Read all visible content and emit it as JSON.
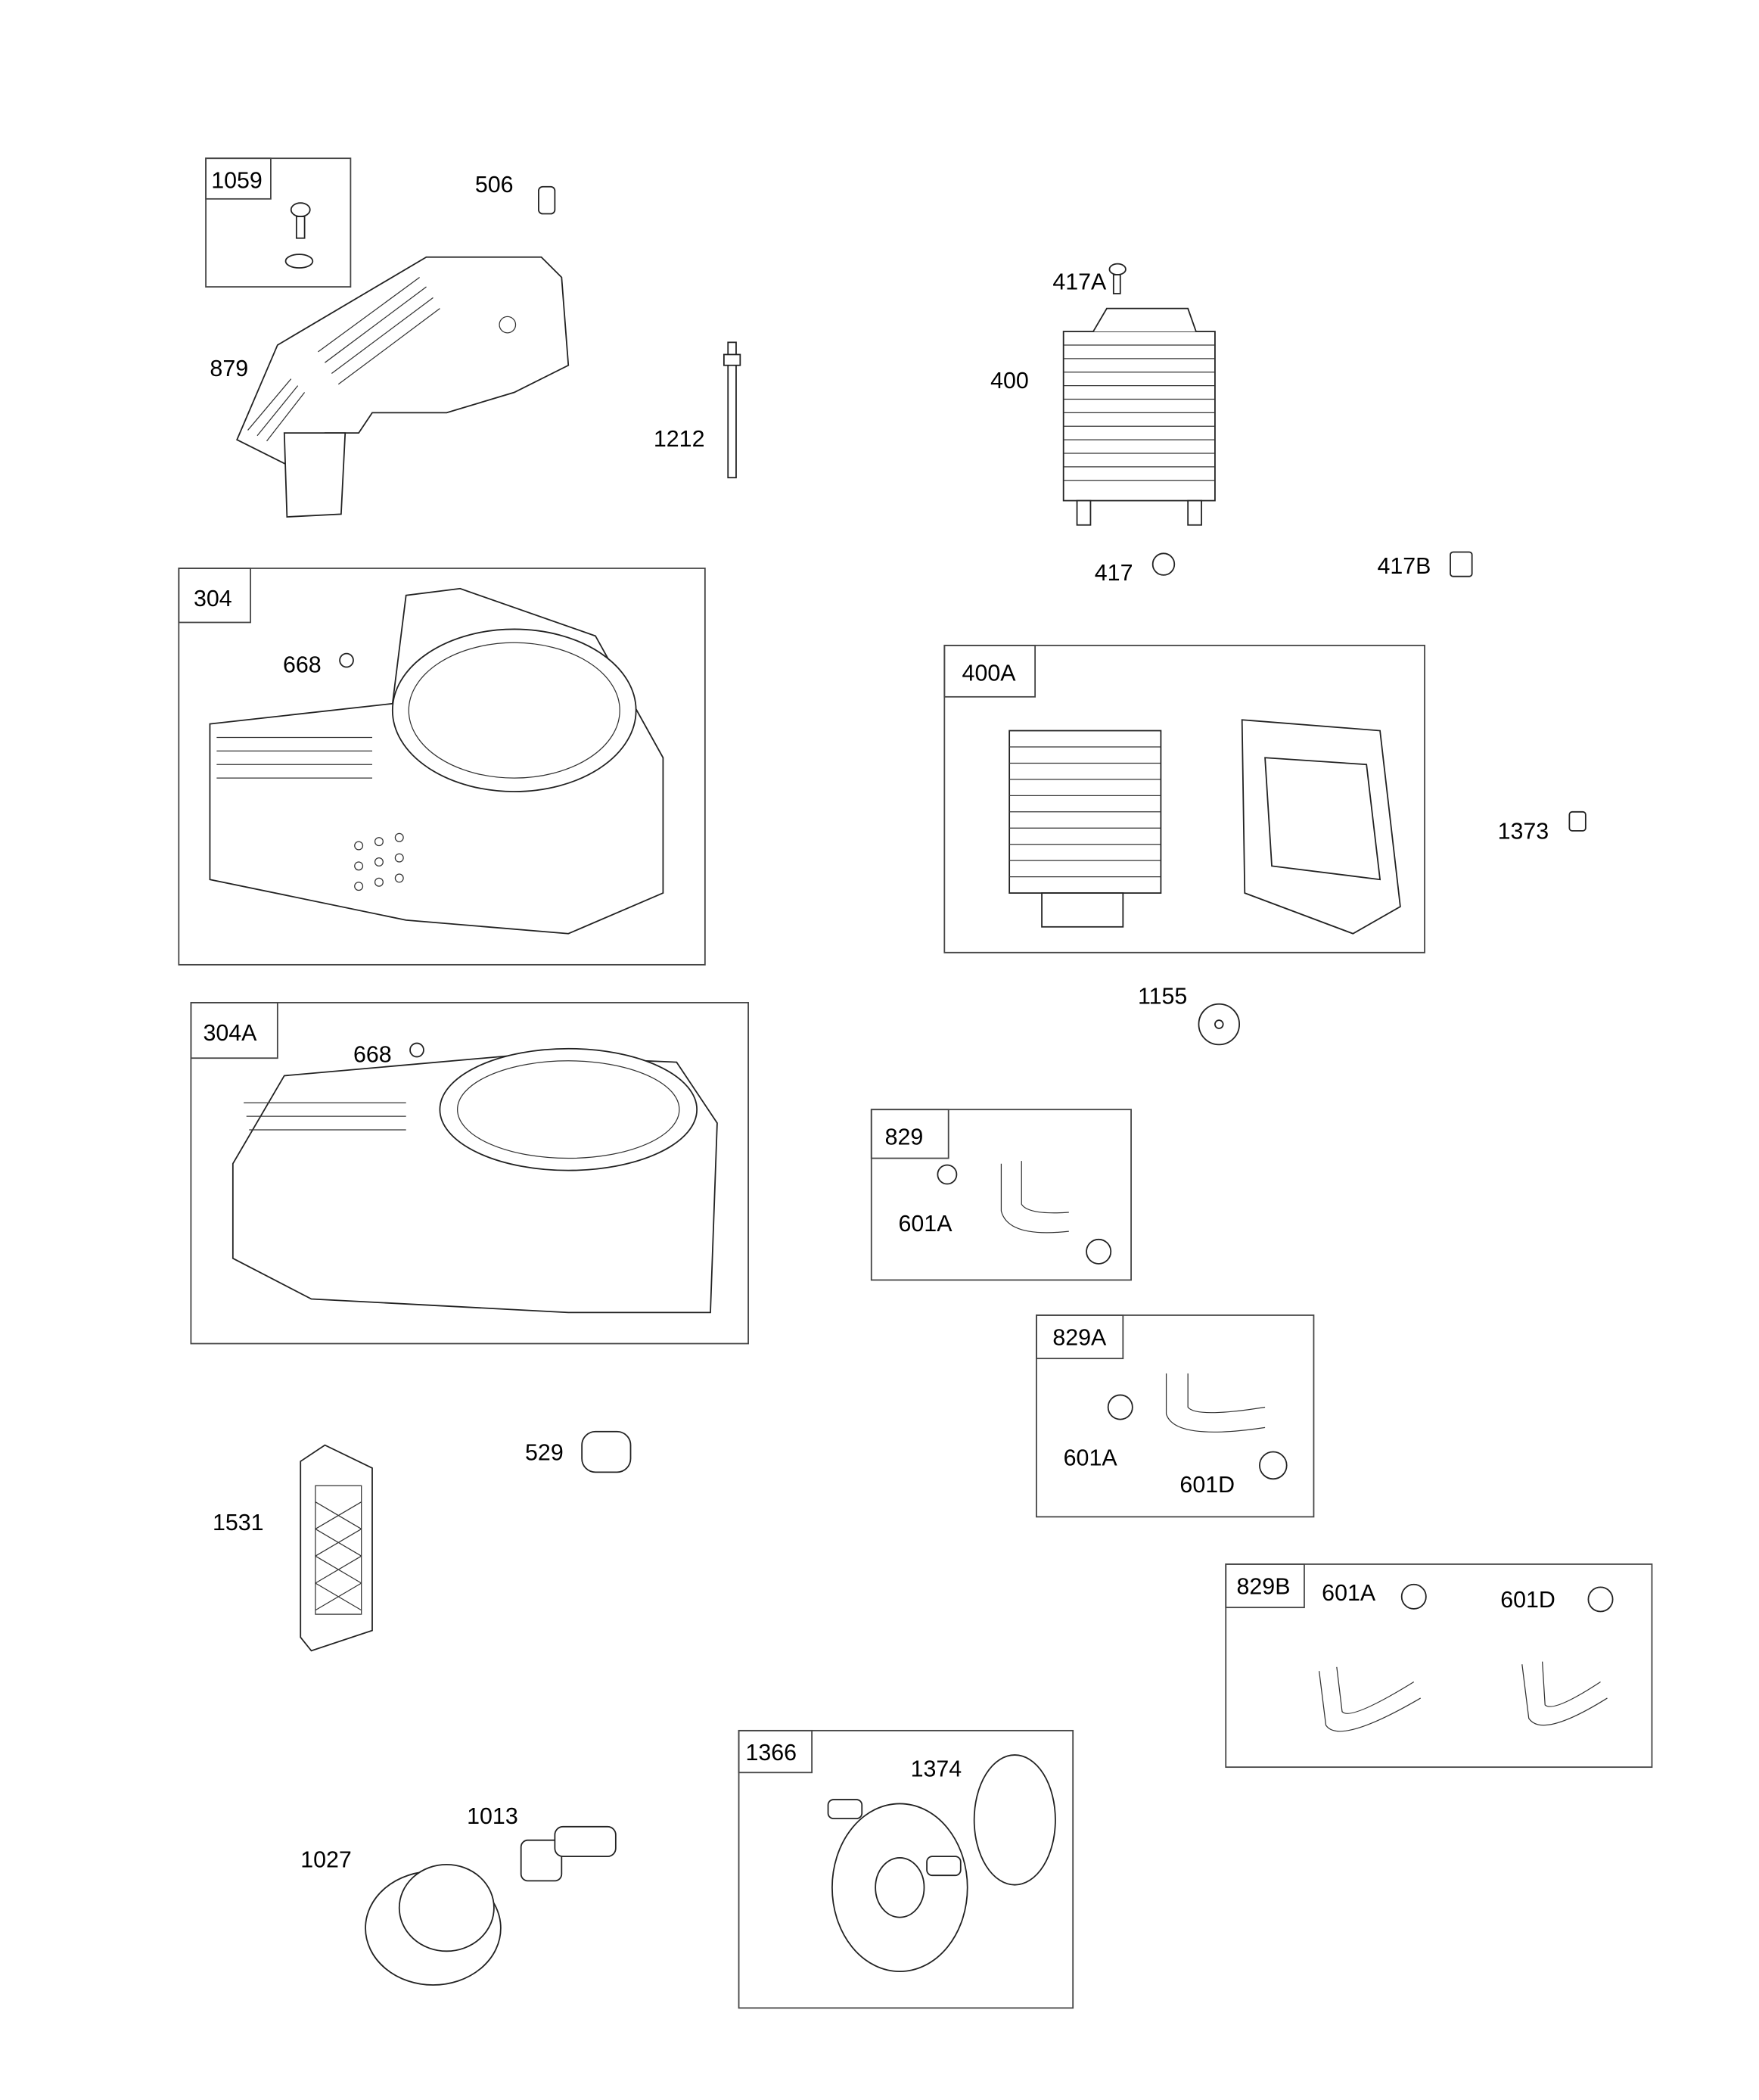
{
  "diagram": {
    "kits": [
      {
        "id": "1059"
      },
      {
        "id": "304"
      },
      {
        "id": "304A"
      },
      {
        "id": "400A"
      },
      {
        "id": "829"
      },
      {
        "id": "829A"
      },
      {
        "id": "829B"
      },
      {
        "id": "1366"
      }
    ],
    "callouts": {
      "c506": "506",
      "c879": "879",
      "c1212": "1212",
      "c417A": "417A",
      "c400": "400",
      "c417": "417",
      "c417B": "417B",
      "c668a": "668",
      "c668b": "668",
      "c1373": "1373",
      "c1155": "1155",
      "c601A_829": "601A",
      "c601A_829A": "601A",
      "c601D_829A": "601D",
      "c601A_829B": "601A",
      "c601D_829B": "601D",
      "c529": "529",
      "c1531": "1531",
      "c1027": "1027",
      "c1013": "1013",
      "c1374": "1374"
    }
  }
}
